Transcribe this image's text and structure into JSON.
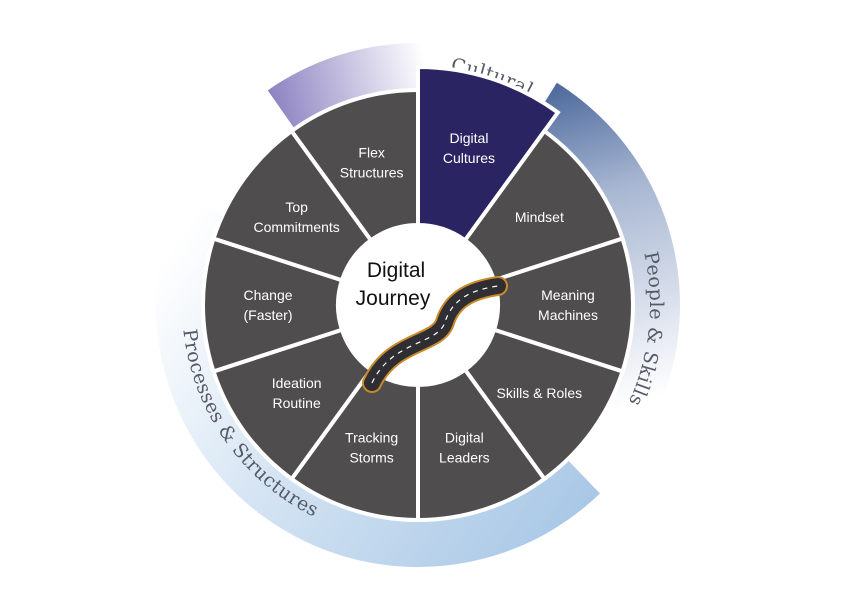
{
  "diagram": {
    "center": {
      "lines": [
        "Digital",
        "Journey"
      ],
      "icon": "winding-road-icon"
    },
    "segments": [
      {
        "id": "digital-cultures",
        "lines": [
          "Digital",
          "Cultures"
        ],
        "highlighted": true
      },
      {
        "id": "mindset",
        "lines": [
          "Mindset"
        ],
        "highlighted": false
      },
      {
        "id": "meaning-machines",
        "lines": [
          "Meaning",
          "Machines"
        ],
        "highlighted": false
      },
      {
        "id": "skills-roles",
        "lines": [
          "Skills & Roles"
        ],
        "highlighted": false
      },
      {
        "id": "digital-leaders",
        "lines": [
          "Digital",
          "Leaders"
        ],
        "highlighted": false
      },
      {
        "id": "tracking-storms",
        "lines": [
          "Tracking",
          "Storms"
        ],
        "highlighted": false
      },
      {
        "id": "ideation-routine",
        "lines": [
          "Ideation",
          "Routine"
        ],
        "highlighted": false
      },
      {
        "id": "change-faster",
        "lines": [
          "Change",
          "(Faster)"
        ],
        "highlighted": false
      },
      {
        "id": "top-commitments",
        "lines": [
          "Top",
          "Commitments"
        ],
        "highlighted": false
      },
      {
        "id": "flex-structures",
        "lines": [
          "Flex",
          "Structures"
        ],
        "highlighted": false
      }
    ],
    "categories": [
      {
        "id": "cultural",
        "label": "Cultural"
      },
      {
        "id": "people-skills",
        "label": "People & Skills"
      },
      {
        "id": "processes-structures",
        "label": "Processes & Structures"
      }
    ],
    "colors": {
      "segment": "#4f4d4d",
      "highlight": "#2a2463",
      "separator": "#ffffff",
      "center": "#ffffff",
      "band_purple": "#8a80c0",
      "band_blue": "#4e6a9c",
      "band_lightblue": "#a9c8e6",
      "category_text": "#555a66"
    }
  }
}
